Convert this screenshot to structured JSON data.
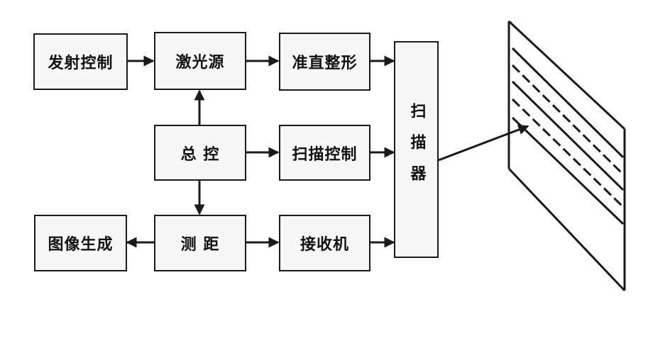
{
  "diagram": {
    "nodes": {
      "launch_control": "发射控制",
      "laser_source": "激光源",
      "collimation": "准直整形",
      "master_control": "总 控",
      "scan_control": "扫描控制",
      "ranging": "测 距",
      "receiver": "接收机",
      "image_generation": "图像生成",
      "scanner": "扫描器"
    },
    "edges": [
      [
        "launch_control",
        "laser_source"
      ],
      [
        "laser_source",
        "collimation"
      ],
      [
        "collimation",
        "scanner"
      ],
      [
        "master_control",
        "laser_source"
      ],
      [
        "master_control",
        "scan_control"
      ],
      [
        "scan_control",
        "scanner"
      ],
      [
        "master_control",
        "ranging"
      ],
      [
        "ranging",
        "image_generation"
      ],
      [
        "ranging",
        "receiver"
      ],
      [
        "receiver",
        "scanner"
      ],
      [
        "scanner",
        "target_plane"
      ]
    ],
    "colors": {
      "line": "#1a1a1a",
      "box_fill": "#f7f7f7"
    }
  }
}
